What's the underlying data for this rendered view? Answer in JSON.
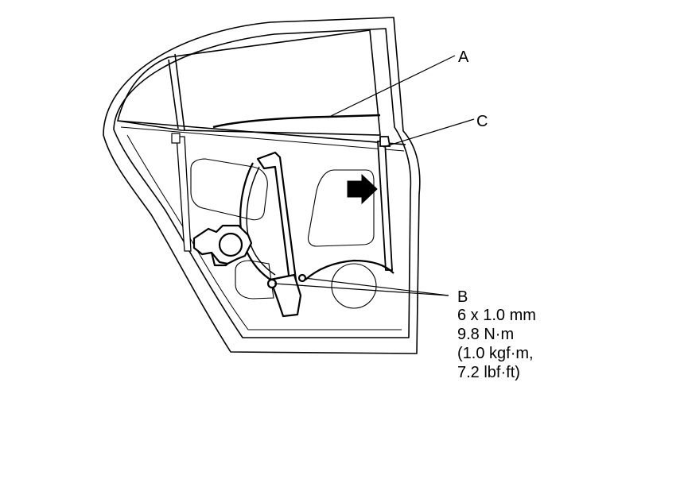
{
  "callouts": {
    "a": {
      "letter": "A"
    },
    "b": {
      "letter": "B"
    },
    "c": {
      "letter": "C"
    }
  },
  "spec_b": {
    "bolt_size": "6 x 1.0 mm",
    "torque_nm": "9.8 N·m",
    "torque_kgfm": "(1.0 kgf·m,",
    "torque_lbfft": "7.2 lbf·ft)"
  },
  "colors": {
    "line": "#000000",
    "fill": "#ffffff",
    "arrow": "#000000"
  },
  "icons": {
    "direction_arrow": "right-arrow-icon"
  }
}
